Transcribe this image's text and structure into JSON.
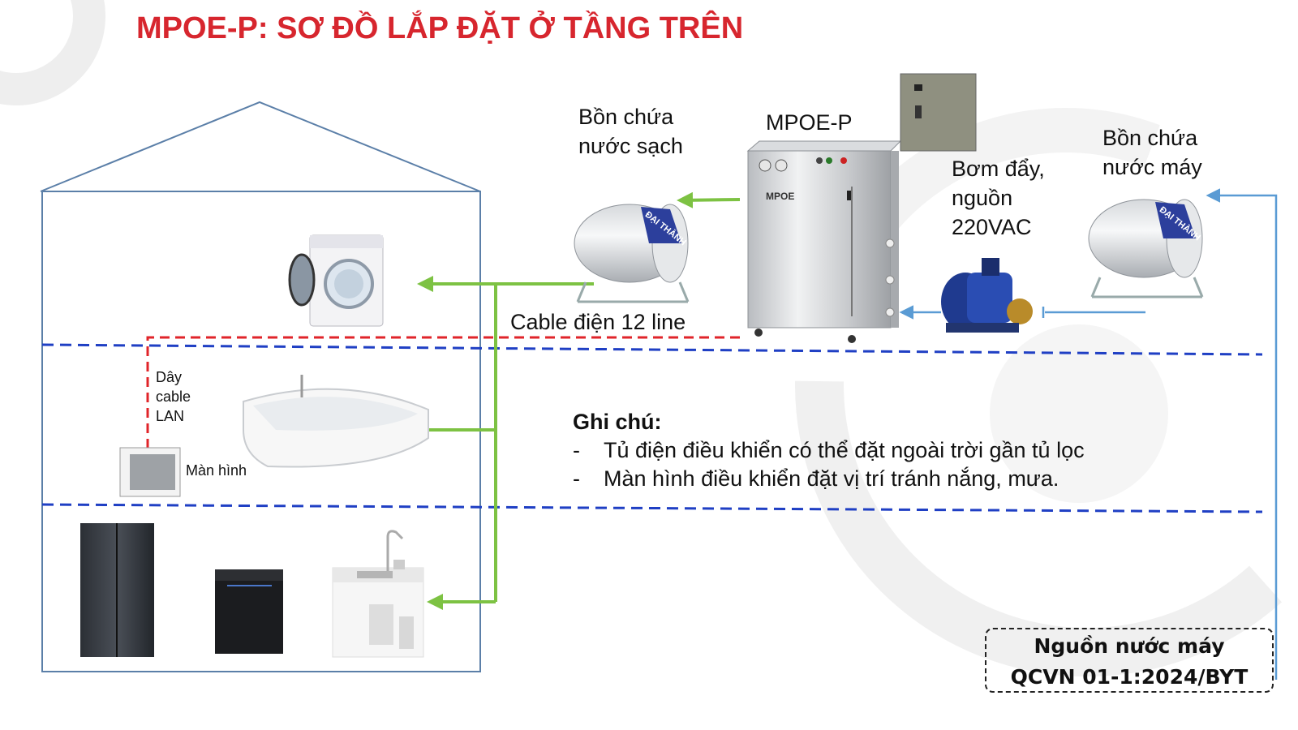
{
  "title": "MPOE-P: SƠ ĐỒ LẮP ĐẶT Ở TẦNG TRÊN",
  "labels": {
    "clean_tank": [
      "Bồn chứa",
      "nước sạch"
    ],
    "mpoe_unit": "MPOE-P",
    "pump": [
      "Bơm đẩy,",
      "nguồn",
      "220VAC"
    ],
    "tap_tank": [
      "Bồn chứa",
      "nước máy"
    ],
    "cable": "Cable điện 12 line",
    "lan_cable": [
      "Dây",
      "cable",
      "LAN"
    ],
    "screen": "Màn hình",
    "mpoe_badge": "MPOE",
    "tank_brand": "ĐẠI THÀNH"
  },
  "notes": {
    "heading": "Ghi chú:",
    "items": [
      "Tủ điện điều khiển có thể đặt ngoài trời gần tủ lọc",
      "Màn hình điều khiển đặt vị trí tránh nắng, mưa."
    ]
  },
  "source_box": [
    "Nguồn nước máy",
    "QCVN 01-1:2024/BYT"
  ],
  "colors": {
    "title": "#d7262e",
    "water_line": "#7dc243",
    "feed_line": "#5a9bd4",
    "floor_line": "#1f3fc4",
    "cable_line": "#e0242a",
    "house_outline": "#5b7fa8"
  }
}
